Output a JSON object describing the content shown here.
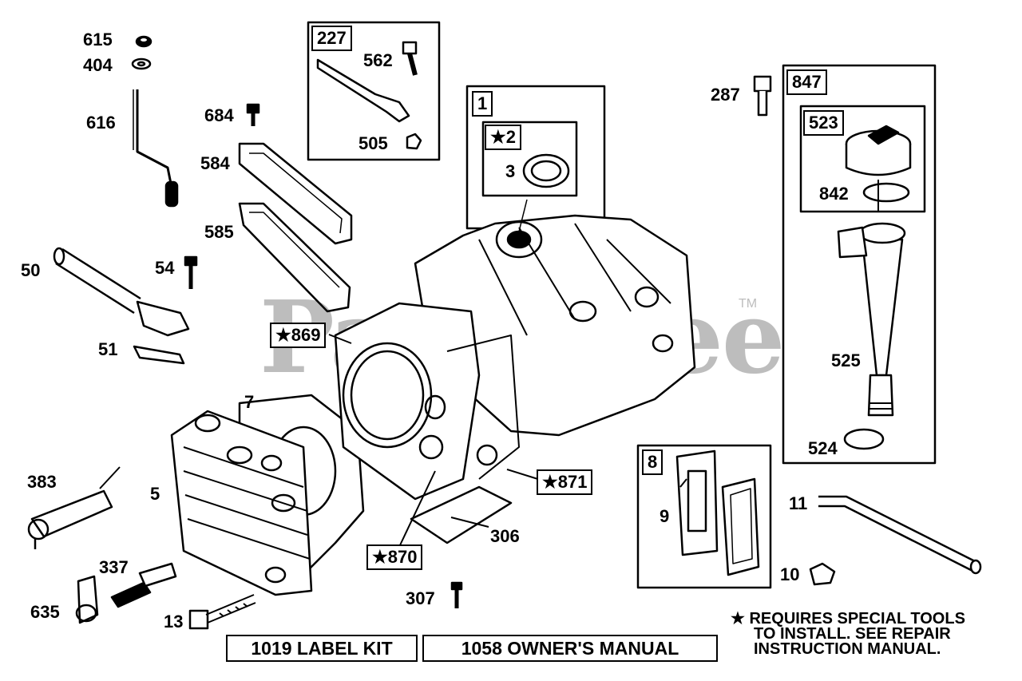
{
  "watermark": "PartsTree",
  "trademark": "TM",
  "callouts": {
    "c615": "615",
    "c404": "404",
    "c616": "616",
    "c684": "684",
    "c584": "584",
    "c585": "585",
    "c50": "50",
    "c54": "54",
    "c51": "51",
    "c7": "7",
    "c383": "383",
    "c5": "5",
    "c337": "337",
    "c635": "635",
    "c13": "13",
    "c562": "562",
    "c505": "505",
    "c3": "3",
    "c287": "287",
    "c842": "842",
    "c525": "525",
    "c524": "524",
    "c9": "9",
    "c11": "11",
    "c10": "10",
    "c306": "306",
    "c307": "307"
  },
  "boxed": {
    "b227": "227",
    "b1": "1",
    "b2": "★2",
    "b847": "847",
    "b523": "523",
    "b869": "★869",
    "b871": "★871",
    "b870": "★870",
    "b8": "8"
  },
  "footer": {
    "label_kit": "1019 LABEL KIT",
    "owners_manual": "1058 OWNER'S MANUAL"
  },
  "note": {
    "line1": "★ REQUIRES SPECIAL TOOLS",
    "line2": "TO INSTALL.  SEE REPAIR",
    "line3": "INSTRUCTION MANUAL."
  }
}
